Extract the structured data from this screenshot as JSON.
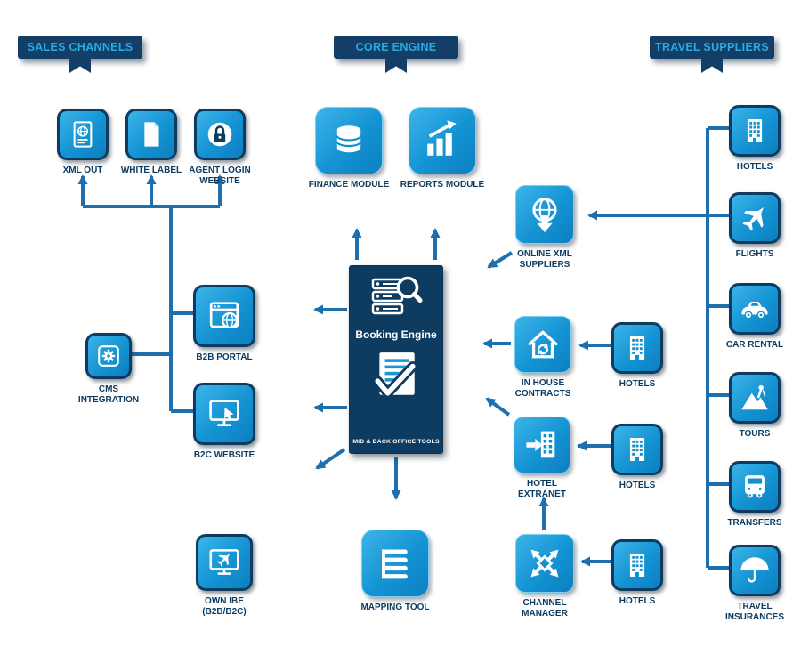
{
  "sections": {
    "sales_channels": {
      "title": "SALES CHANNELS"
    },
    "core_engine": {
      "title": "CORE ENGINE"
    },
    "travel_suppliers": {
      "title": "TRAVEL SUPPLIERS"
    }
  },
  "nodes": {
    "xml_out": {
      "label": "XML OUT",
      "icon": "document-globe-icon"
    },
    "white_label": {
      "label": "WHITE LABEL",
      "icon": "blank-page-icon"
    },
    "agent_login_website": {
      "label": "AGENT LOGIN WEBSITE",
      "icon": "padlock-icon"
    },
    "finance_module": {
      "label": "FINANCE MODULE",
      "icon": "database-icon"
    },
    "reports_module": {
      "label": "REPORTS MODULE",
      "icon": "bar-chart-icon"
    },
    "booking_engine": {
      "label": "Booking Engine",
      "sublabel": "MID & BACK OFFICE TOOLS"
    },
    "mapping_tool": {
      "label": "MAPPING TOOL",
      "icon": "list-icon"
    },
    "online_xml_suppliers": {
      "label": "ONLINE XML SUPPLIERS",
      "icon": "globe-download-icon"
    },
    "b2b_portal": {
      "label": "B2B PORTAL",
      "icon": "browser-globe-icon"
    },
    "cms_integration": {
      "label": "CMS INTEGRATION",
      "icon": "gear-module-icon"
    },
    "b2c_website": {
      "label": "B2C WEBSITE",
      "icon": "monitor-cursor-icon"
    },
    "own_ibe": {
      "label": "OWN IBE (B2B/B2C)",
      "icon": "monitor-plane-icon"
    },
    "in_house_contracts": {
      "label": "IN HOUSE CONTRACTS",
      "icon": "house-sync-icon"
    },
    "hotel_extranet": {
      "label": "HOTEL EXTRANET",
      "icon": "building-arrow-icon"
    },
    "channel_manager": {
      "label": "CHANNEL MANAGER",
      "icon": "hub-icon"
    },
    "hotels_in_house": {
      "label": "HOTELS",
      "icon": "building-icon"
    },
    "hotels_extranet": {
      "label": "HOTELS",
      "icon": "building-icon"
    },
    "hotels_channel": {
      "label": "HOTELS",
      "icon": "building-icon"
    },
    "hotels_supplier": {
      "label": "HOTELS",
      "icon": "building-icon"
    },
    "flights": {
      "label": "FLIGHTS",
      "icon": "plane-icon"
    },
    "car_rental": {
      "label": "CAR RENTAL",
      "icon": "car-icon"
    },
    "tours": {
      "label": "TOURS",
      "icon": "hiker-icon"
    },
    "transfers": {
      "label": "TRANSFERS",
      "icon": "bus-icon"
    },
    "travel_insurances": {
      "label": "TRAVEL INSURANCES",
      "icon": "umbrella-icon"
    }
  },
  "colors": {
    "banner_bg": "#123e68",
    "banner_text": "#2aabe2",
    "tile_top": "#3cb4e8",
    "tile_bottom": "#0d7fc0",
    "tile_border": "#0e3c61",
    "label_text": "#0e3c61",
    "connector": "#1d6fae",
    "engine_bg": "#0e3c61"
  }
}
